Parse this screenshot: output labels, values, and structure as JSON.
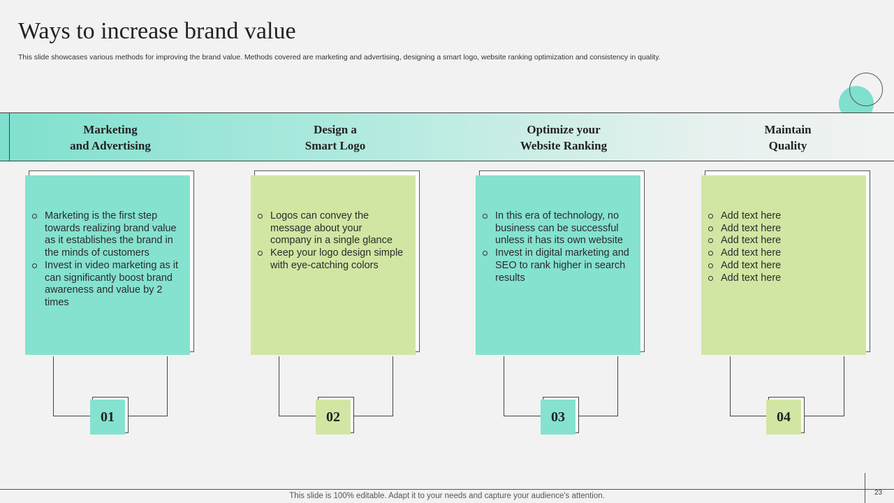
{
  "slide": {
    "title": "Ways to increase brand value",
    "subtitle": "This slide showcases various methods for improving the brand value. Methods covered are marketing and advertising, designing a smart logo, website ranking optimization and consistency in quality.",
    "footer": "This slide is 100% editable. Adapt it to your needs and capture your audience's attention.",
    "page_number": "23"
  },
  "colors": {
    "teal": "#85e2cf",
    "green": "#d2e6a3",
    "background": "#f2f2f2"
  },
  "columns": [
    {
      "heading": "Marketing\nand Advertising",
      "number": "01",
      "color": "teal",
      "points": [
        "Marketing is the first step towards realizing brand value as it establishes the brand in the minds of customers",
        "Invest in video marketing as it can significantly boost brand awareness and value by 2 times"
      ]
    },
    {
      "heading": "Design a\nSmart Logo",
      "number": "02",
      "color": "green",
      "points": [
        "Logos can convey the message about your company in a single glance",
        "Keep your logo design simple with eye-catching colors"
      ]
    },
    {
      "heading": "Optimize your\nWebsite Ranking",
      "number": "03",
      "color": "teal",
      "points": [
        "In this era of technology, no business can be successful unless it has its own website",
        "Invest in digital marketing and SEO to rank higher in search results"
      ]
    },
    {
      "heading": "Maintain\nQuality",
      "number": "04",
      "color": "green",
      "points": [
        "Add text here",
        "Add text here",
        "Add text here",
        "Add text here",
        "Add text here",
        "Add text here"
      ]
    }
  ]
}
